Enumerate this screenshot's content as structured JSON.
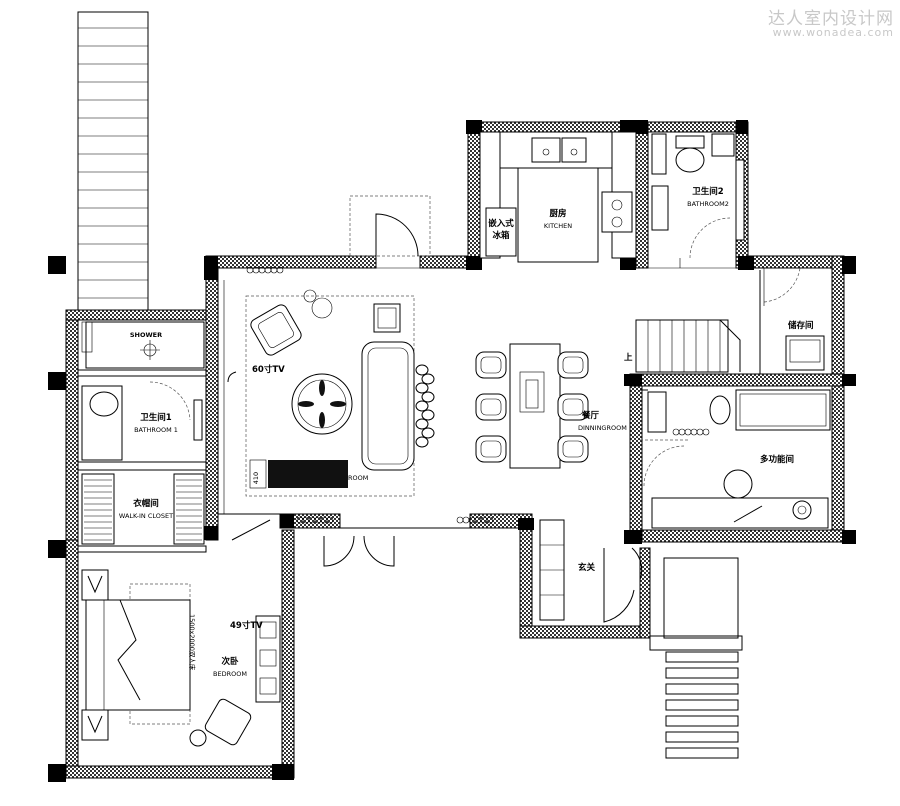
{
  "watermark": {
    "cn": "达人室内设计网",
    "url": "www.wonadea.com"
  },
  "rooms": {
    "kitchen": {
      "cn": "厨房",
      "en": "KITCHEN"
    },
    "fridge": {
      "line1": "嵌入式",
      "line2": "冰箱"
    },
    "bathroom2": {
      "cn": "卫生间2",
      "en": "BATHROOM2"
    },
    "storage": {
      "cn": "储存间"
    },
    "stair_up": "上",
    "dining": {
      "cn": "餐厅",
      "en": "DINNINGROOM"
    },
    "multi": {
      "cn": "多功能间"
    },
    "entry": {
      "cn": "玄关"
    },
    "shower": {
      "en": "SHOWER"
    },
    "bathroom1": {
      "cn": "卫生间1",
      "en": "BATHROOM 1"
    },
    "closet": {
      "cn": "衣帽间",
      "en": "WALK-IN CLOSET"
    },
    "bedroom": {
      "cn": "次卧",
      "en": "BEDROOM"
    },
    "living_room_label": "ROOM",
    "tv60": "60寸TV",
    "tv49": "49寸TV",
    "bed_size": "1500x2000双人床",
    "dim_410": "410"
  }
}
